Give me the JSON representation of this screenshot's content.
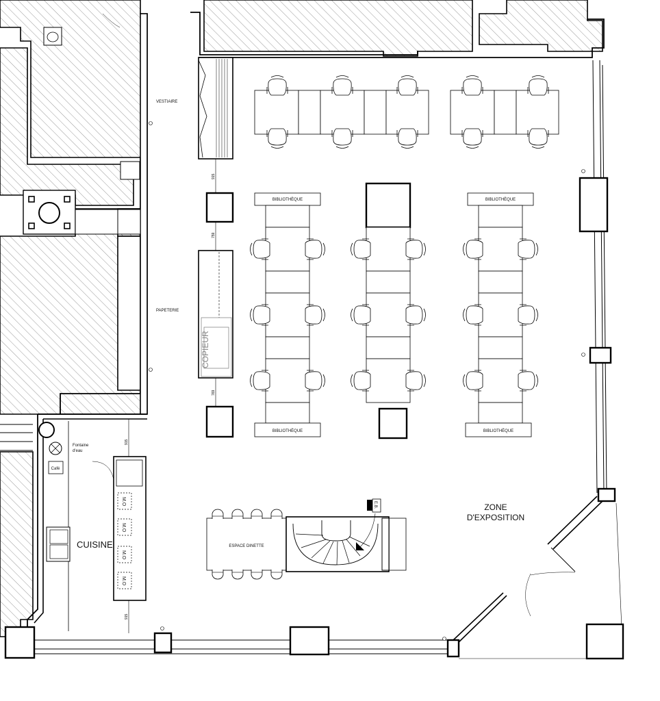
{
  "plan": {
    "rooms": {
      "vestiaire": "VESTIAIRE",
      "papeterie": "PAPETERIE",
      "cuisine": "CUISINE",
      "zone_line1": "ZONE",
      "zone_line2": "D'EXPOSITION",
      "espace_dinette": "ESPACE DINETTE"
    },
    "furniture": {
      "bibliotheque": "BIBLIOTHÈQUE",
      "copieur": "COPIEUR",
      "cafe": "Café",
      "fontaine_line1": "Fontaine",
      "fontaine_line2": "d'eau",
      "mo": "M.O",
      "eb": "E.B."
    },
    "dimensions": {
      "d915": "915",
      "d759": "759",
      "d769": "769"
    }
  }
}
